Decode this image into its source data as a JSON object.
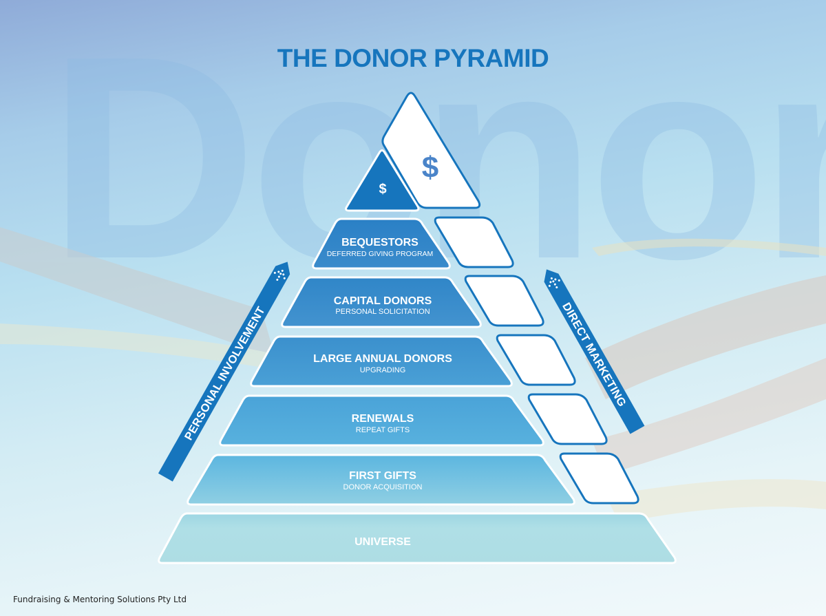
{
  "title": "THE DONOR PYRAMID",
  "watermark": "Donor",
  "footer": "Fundraising & Mentoring Solutions Pty Ltd",
  "colors": {
    "accent": "#1675bd",
    "tier_top": "#1f78c1",
    "tier_bottom": "#aedfe5",
    "white_box": "#ffffff",
    "dollar_on_white": "#4a84c9"
  },
  "apex": {
    "left_symbol": "$",
    "right_symbol": "$"
  },
  "tiers": [
    {
      "title": "BEQUESTORS",
      "subtitle": "DEFERRED GIVING PROGRAM"
    },
    {
      "title": "CAPITAL DONORS",
      "subtitle": "PERSONAL SOLICITATION"
    },
    {
      "title": "LARGE ANNUAL DONORS",
      "subtitle": "UPGRADING"
    },
    {
      "title": "RENEWALS",
      "subtitle": "REPEAT GIFTS"
    },
    {
      "title": "FIRST GIFTS",
      "subtitle": "DONOR ACQUISITION"
    },
    {
      "title": "UNIVERSE",
      "subtitle": ""
    }
  ],
  "arrows": {
    "left": "PERSONAL INVOLVEMENT",
    "right": "DIRECT MARKETING"
  }
}
